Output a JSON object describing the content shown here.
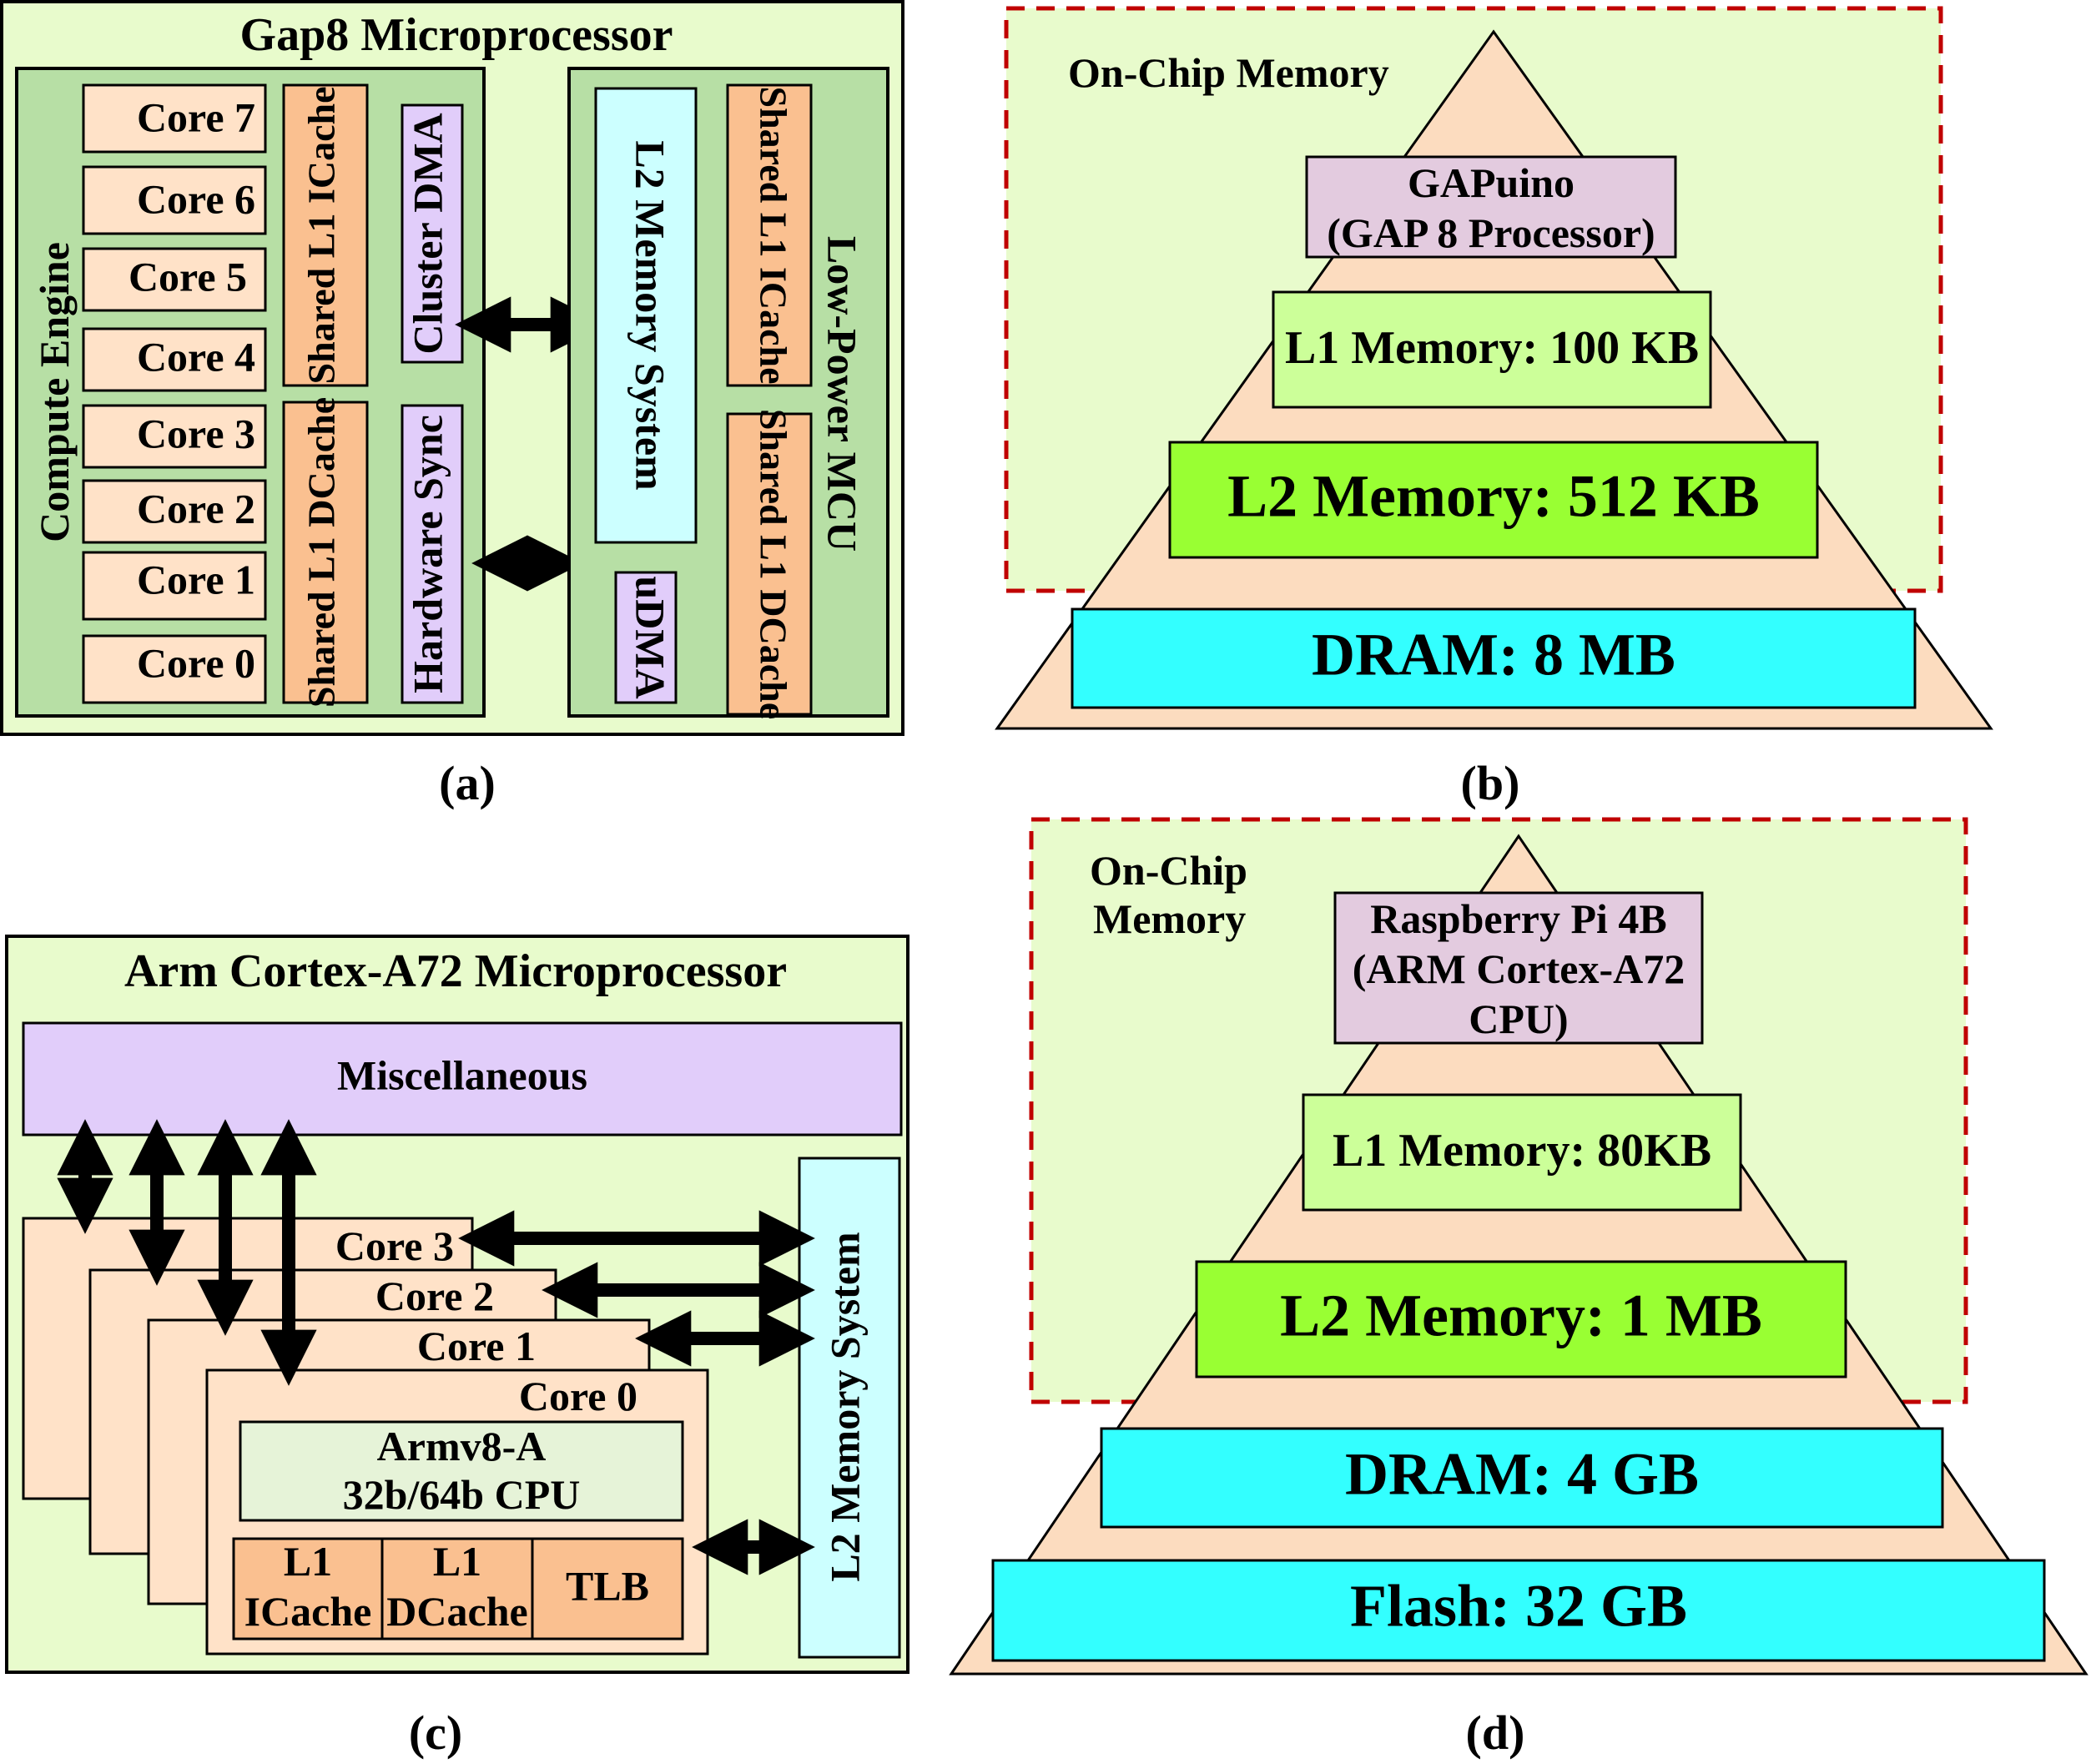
{
  "colors": {
    "outer_bg": "#e8fbcc",
    "panel_green": "#b7dfa5",
    "core_orange": "#ffe2c8",
    "cache_orange": "#fac090",
    "purple": "#e1cdfa",
    "cyan": "#ccffff",
    "cyan_bright": "#33ffff",
    "pink": "#e3cbdf",
    "l1_green": "#ccff99",
    "l2_green": "#99ff33",
    "pyramid": "#fcdcbf",
    "onchip_border": "#c00000",
    "armv8": "#e6f3d8"
  },
  "panel_a": {
    "title": "Gap8 Microprocessor",
    "compute_engine": "Compute Engine",
    "cores": [
      "Core 7",
      "Core 6",
      "Core 5",
      "Core 4",
      "Core 3",
      "Core 2",
      "Core 1",
      "Core 0"
    ],
    "shared_l1_icache": "Shared L1 ICache",
    "shared_l1_dcache": "Shared L1 DCache",
    "cluster_dma": "Cluster DMA",
    "hardware_sync": "Hardware Sync",
    "l2_memory_system": "L2 Memory System",
    "udma": "uDMA",
    "mcu_icache": "Shared L1 ICache",
    "mcu_dcache": "Shared L1 DCache",
    "low_power_mcu": "Low-Power MCU",
    "caption": "(a)"
  },
  "panel_b": {
    "on_chip": "On-Chip Memory",
    "processor_line1": "GAPuino",
    "processor_line2": "(GAP 8 Processor)",
    "l1": "L1 Memory: 100 KB",
    "l2": "L2 Memory: 512 KB",
    "dram": "DRAM: 8 MB",
    "caption": "(b)"
  },
  "panel_c": {
    "title": "Arm Cortex-A72 Microprocessor",
    "misc": "Miscellaneous",
    "cores": [
      "Core 3",
      "Core 2",
      "Core 1",
      "Core 0"
    ],
    "cpu_line1": "Armv8-A",
    "cpu_line2": "32b/64b CPU",
    "l1i_line1": "L1",
    "l1i_line2": "ICache",
    "l1d_line1": "L1",
    "l1d_line2": "DCache",
    "tlb": "TLB",
    "l2_memory_system": "L2 Memory System",
    "caption": "(c)"
  },
  "panel_d": {
    "on_chip_line1": "On-Chip",
    "on_chip_line2": "Memory",
    "processor_line1": "Raspberry Pi 4B",
    "processor_line2": "(ARM Cortex-A72",
    "processor_line3": "CPU)",
    "l1": "L1 Memory: 80KB",
    "l2": "L2 Memory: 1 MB",
    "dram": "DRAM: 4 GB",
    "flash": "Flash: 32 GB",
    "caption": "(d)"
  }
}
